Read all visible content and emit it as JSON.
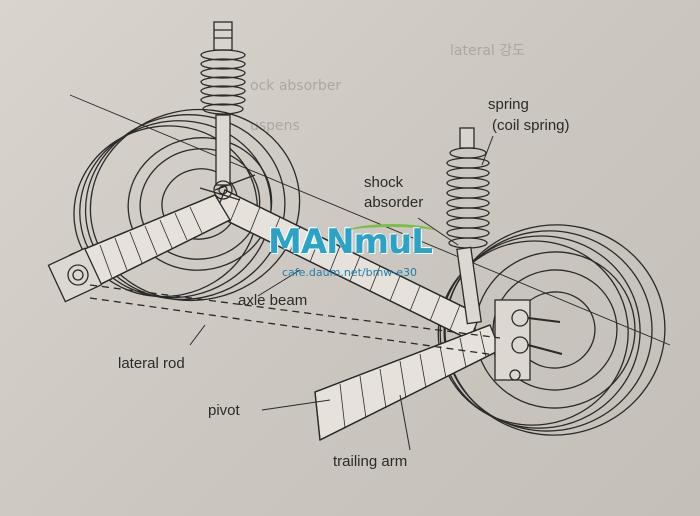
{
  "labels": {
    "spring": "spring",
    "coil_spring": "(coil spring)",
    "shock": "shock",
    "absorder": "absorder",
    "axle_beam": "axle beam",
    "lateral_rod": "lateral rod",
    "pivot": "pivot",
    "trailing_arm": "trailing arm"
  },
  "watermark": {
    "brand": "MANmuL",
    "url": "cafe.daum.net/bmw-e30"
  },
  "background_text": {
    "line1": "lateral 강도",
    "line2": "ock absorber",
    "line3": "uspens"
  },
  "colors": {
    "ink": "#2a2a2a",
    "paper": "#cfcac3",
    "logo_blue": "#2aa3c6",
    "logo_green": "#7bc043"
  }
}
